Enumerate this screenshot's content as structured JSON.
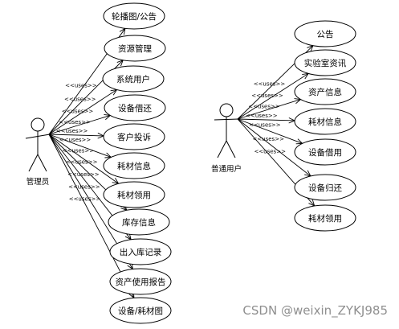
{
  "actors": {
    "admin": {
      "label": "管理员"
    },
    "user": {
      "label": "普通用户"
    }
  },
  "stereotype": "<<uses>>",
  "admin_use_cases": [
    {
      "label": "轮播图/公告"
    },
    {
      "label": "资源管理"
    },
    {
      "label": "系统用户"
    },
    {
      "label": "设备借还"
    },
    {
      "label": "客户投诉"
    },
    {
      "label": "耗材信息"
    },
    {
      "label": "耗材领用"
    },
    {
      "label": "库存信息"
    },
    {
      "label": "出入库记录"
    },
    {
      "label": "资产使用报告"
    },
    {
      "label": "设备/耗材图"
    }
  ],
  "user_use_cases": [
    {
      "label": "公告"
    },
    {
      "label": "实验室资讯"
    },
    {
      "label": "资产信息"
    },
    {
      "label": "耗材信息"
    },
    {
      "label": "设备借用"
    },
    {
      "label": "设备归还"
    },
    {
      "label": "耗材领用"
    }
  ],
  "watermark": "CSDN @weixin_ZYKJ985"
}
